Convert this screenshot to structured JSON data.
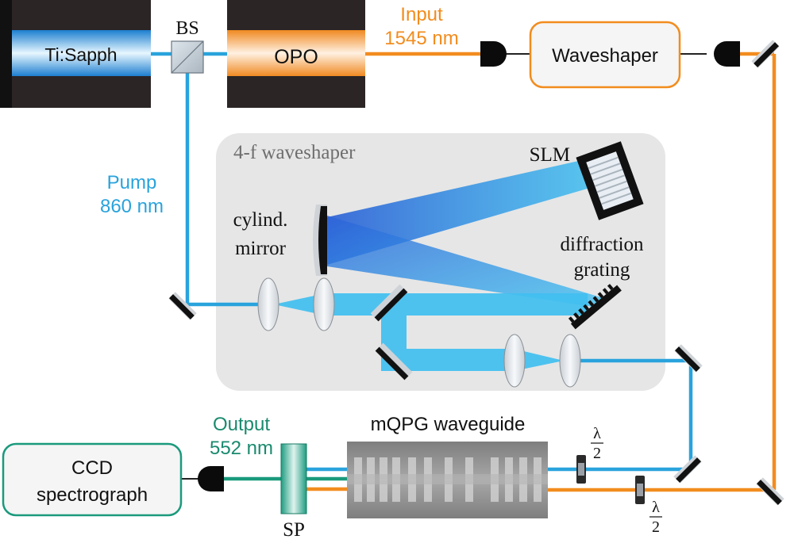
{
  "labels": {
    "laser": "Ti:Sapph",
    "beam_splitter": "BS",
    "opo": "OPO",
    "input_line1": "Input",
    "input_line2": "1545 nm",
    "waveshaper": "Waveshaper",
    "fourf_title": "4-f waveshaper",
    "slm": "SLM",
    "cyl_line1": "cylind.",
    "cyl_line2": "mirror",
    "grating_line1": "diffraction",
    "grating_line2": "grating",
    "pump_line1": "Pump",
    "pump_line2": "860 nm",
    "output_line1": "Output",
    "output_line2": "552 nm",
    "waveguide": "mQPG waveguide",
    "ccd_line1": "CCD",
    "ccd_line2": "spectrograph",
    "sp": "SP",
    "halfwave_num": "λ",
    "halfwave_den": "2"
  },
  "colors": {
    "pump_blue": "#29a3dc",
    "input_orange": "#f28c1e",
    "output_green": "#1a9a7c",
    "fourf_panel": "#e6e6e6",
    "housing": "#2b2526",
    "input_text": "#f28c1e",
    "output_text": "#1a8a6e"
  }
}
